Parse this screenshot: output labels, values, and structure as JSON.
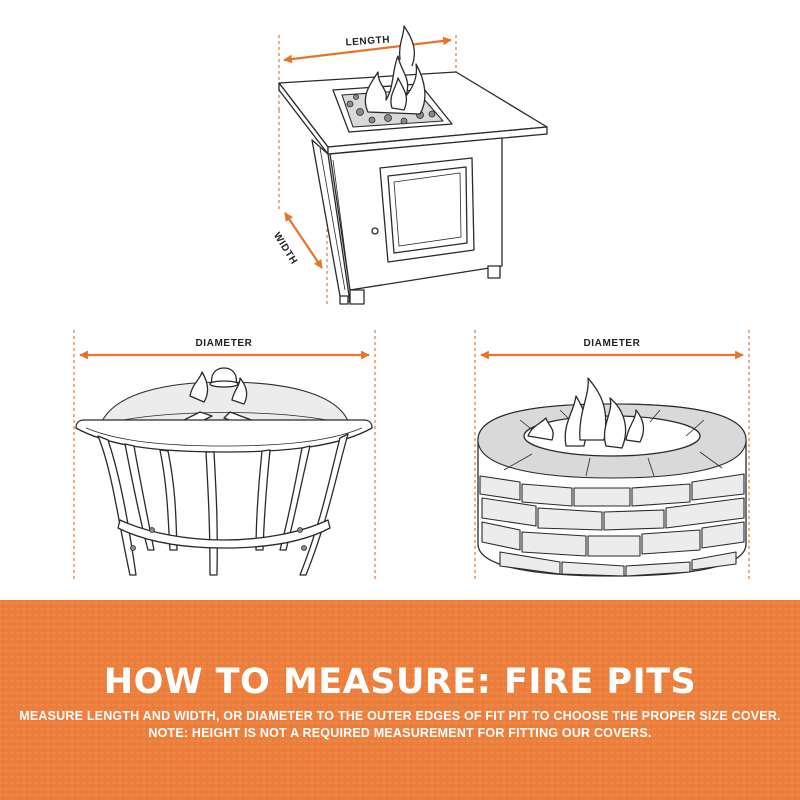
{
  "labels": {
    "length": "LENGTH",
    "width": "WIDTH",
    "diameter_left": "DIAMETER",
    "diameter_right": "DIAMETER"
  },
  "banner": {
    "title": "HOW TO MEASURE: FIRE PITS",
    "line1": "MEASURE LENGTH AND WIDTH, OR DIAMETER TO THE OUTER EDGES OF FIT PIT TO CHOOSE THE PROPER SIZE COVER.",
    "line2": "NOTE: HEIGHT IS NOT A REQUIRED MEASUREMENT FOR FITTING OUR COVERS."
  },
  "colors": {
    "accent_orange": "#e8732a",
    "banner_orange": "#ed7f3c",
    "line_dark": "#2a2a2a"
  },
  "illustrations": [
    "square-fire-table",
    "round-fire-bowl-with-screen",
    "stone-ring-fire-pit"
  ]
}
